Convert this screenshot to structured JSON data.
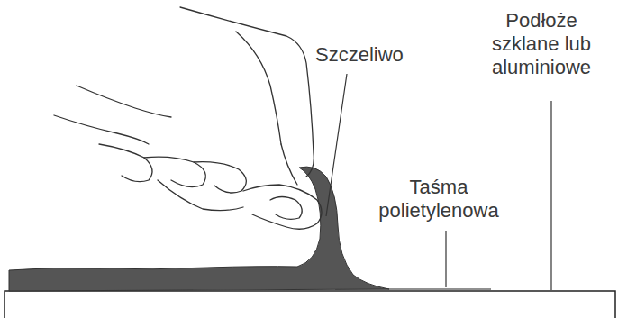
{
  "diagram": {
    "labels": [
      "Szczeliwo",
      "Taśma polietylenowa",
      "Podłoże szklane lub aluminiowe"
    ]
  }
}
